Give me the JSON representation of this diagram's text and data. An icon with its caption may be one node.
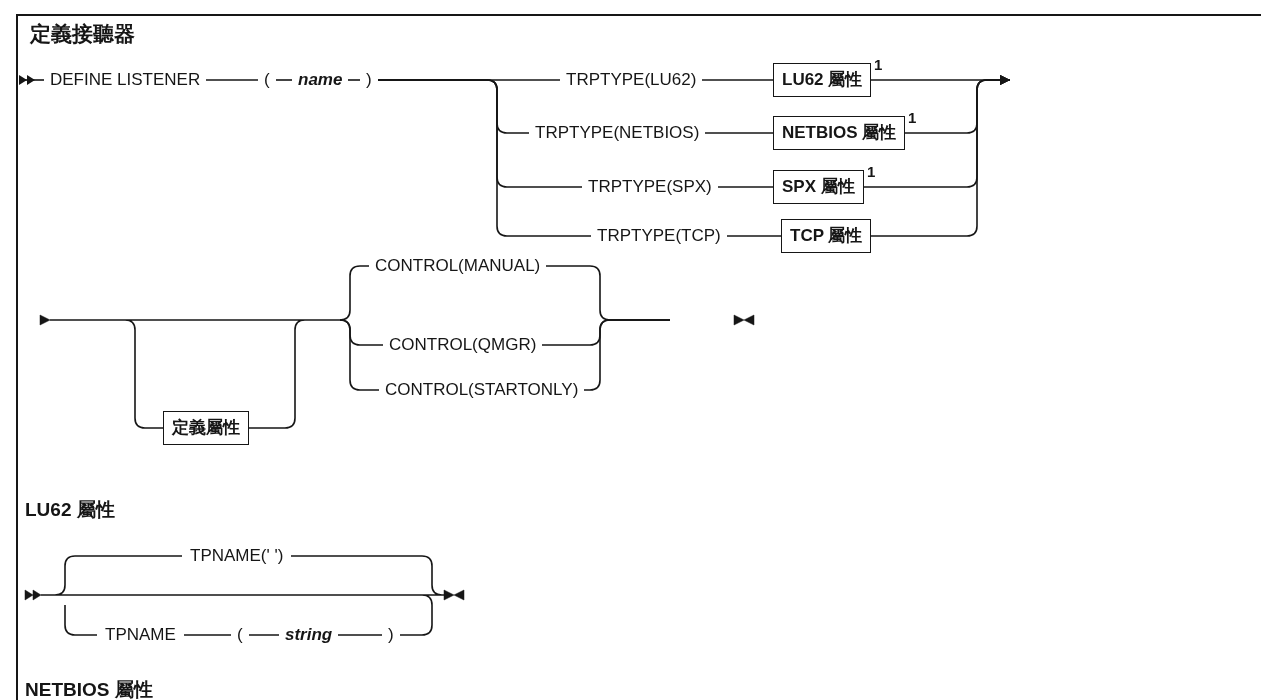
{
  "diagram": {
    "title": "定義接聽器",
    "nodes": [
      {
        "text": [
          "DEFINE LISTENER"
        ]
      },
      {
        "text": [
          "("
        ]
      },
      {
        "text": [
          "name"
        ]
      },
      {
        "text": [
          ")"
        ]
      },
      {
        "text": [
          "TRPTYPE(LU62)"
        ]
      },
      {
        "text": [
          "LU62 屬性"
        ],
        "beside": [
          "1"
        ]
      },
      {
        "text": [
          "TRPTYPE(NETBIOS)"
        ]
      },
      {
        "text": [
          "NETBIOS 屬性"
        ],
        "beside": [
          "1"
        ]
      },
      {
        "text": [
          "TRPTYPE(SPX)"
        ]
      },
      {
        "text": [
          "SPX 屬性"
        ],
        "beside": [
          "1"
        ]
      },
      {
        "text": [
          "TRPTYPE(TCP)"
        ]
      },
      {
        "text": [
          "TCP 屬性"
        ]
      },
      {
        "text": [
          "定義屬性"
        ]
      },
      {
        "text": [
          "CONTROL(MANUAL)"
        ]
      },
      {
        "text": [
          "CONTROL(QMGR)"
        ]
      },
      {
        "text": [
          "CONTROL(STARTONLY)"
        ]
      }
    ],
    "edges": [
      {
        "from": null,
        "to": 0,
        "arrow": "other"
      },
      {
        "from": 0,
        "to": 1,
        "arrow": "none"
      },
      {
        "from": 1,
        "to": 2,
        "arrow": "none"
      },
      {
        "from": 2,
        "to": 3,
        "arrow": "none"
      },
      {
        "from": 3,
        "to": 4,
        "arrow": "none"
      },
      {
        "from": 3,
        "to": 6,
        "arrow": "none"
      },
      {
        "from": 3,
        "to": 8,
        "arrow": "none"
      },
      {
        "from": 3,
        "to": 10,
        "arrow": "none"
      },
      {
        "from": 4,
        "to": 5,
        "arrow": "none"
      },
      {
        "from": 6,
        "to": 7,
        "arrow": "none"
      },
      {
        "from": 8,
        "to": 9,
        "arrow": "none"
      },
      {
        "from": 10,
        "to": 11,
        "arrow": "none"
      },
      {
        "from": 5,
        "to": null,
        "arrow": "to"
      },
      {
        "from": 7,
        "to": null,
        "arrow": "to"
      },
      {
        "from": 9,
        "to": null,
        "arrow": "to"
      },
      {
        "from": 11,
        "to": null,
        "arrow": "to"
      },
      {
        "from": null,
        "to": 12,
        "arrow": "none"
      },
      {
        "from": 12,
        "to": null,
        "arrow": "none"
      },
      {
        "from": null,
        "to": 13,
        "arrow": "none"
      },
      {
        "from": null,
        "to": 14,
        "arrow": "none"
      },
      {
        "from": null,
        "to": 15,
        "arrow": "none"
      },
      {
        "from": 13,
        "to": null,
        "arrow": "none"
      },
      {
        "from": 14,
        "to": null,
        "arrow": "none"
      },
      {
        "from": 15,
        "to": null,
        "arrow": "none"
      }
    ],
    "labels": [
      "LU62 屬性",
      "TPNAME(' ')",
      "TPNAME",
      "(",
      "string",
      ")",
      "NETBIOS 屬性"
    ]
  }
}
